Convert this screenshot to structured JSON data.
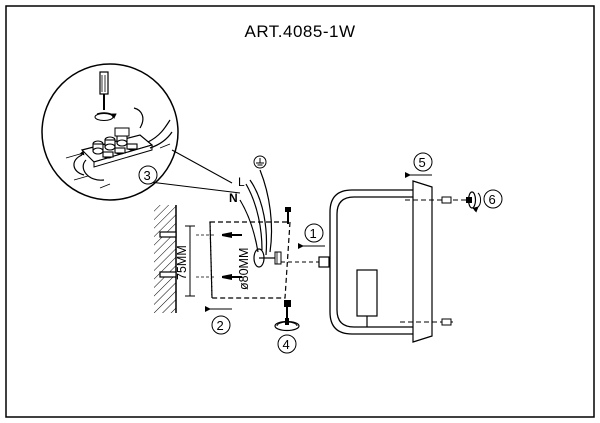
{
  "title": "ART.4085-1W",
  "wire_labels": {
    "line": "L",
    "neutral": "N"
  },
  "dimensions": {
    "height": "75MM",
    "diameter": "ø80MM"
  },
  "steps": [
    "1",
    "2",
    "3",
    "4",
    "5",
    "6"
  ]
}
